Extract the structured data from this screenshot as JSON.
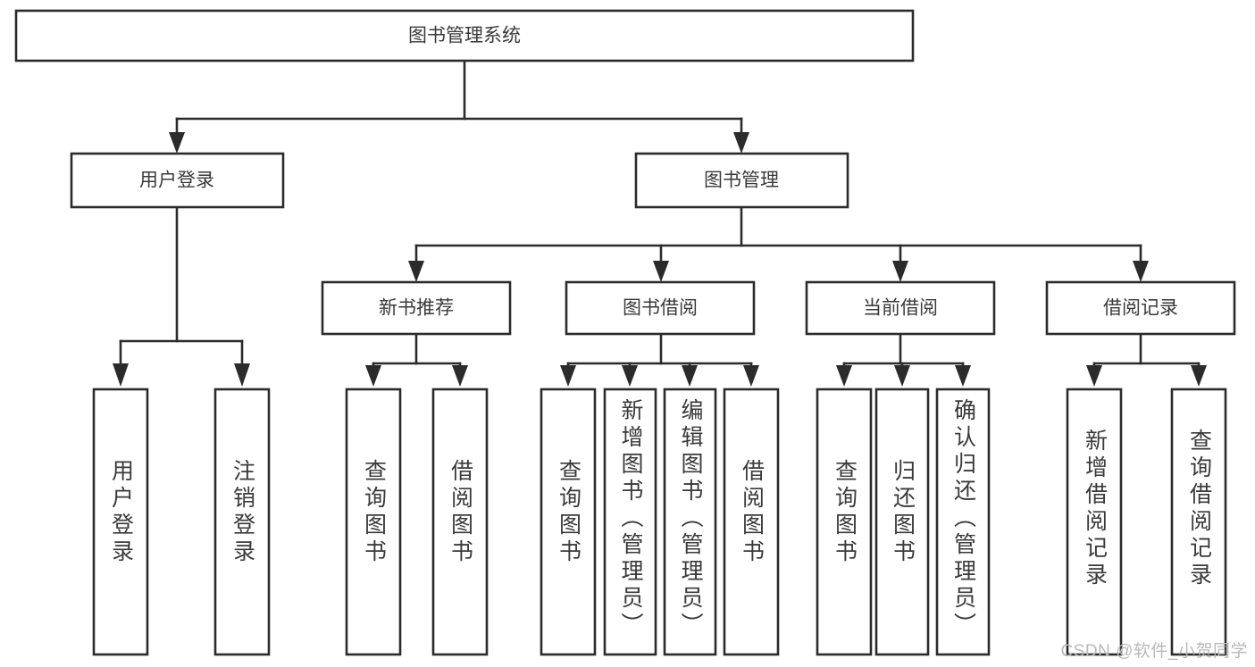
{
  "diagram": {
    "type": "tree-hierarchy",
    "title": "图书管理系统",
    "orientation": "top-down",
    "colors": {
      "box_stroke": "#2b2b2b",
      "box_fill": "#ffffff",
      "text": "#3a3a3a",
      "background": "#ffffff",
      "watermark": "#b9b9b9"
    },
    "root": {
      "label": "图书管理系统"
    },
    "level2": [
      {
        "label": "用户登录"
      },
      {
        "label": "图书管理"
      }
    ],
    "level3": [
      {
        "label": "新书推荐"
      },
      {
        "label": "图书借阅"
      },
      {
        "label": "当前借阅"
      },
      {
        "label": "借阅记录"
      }
    ],
    "leaves": [
      {
        "label": "用户登录",
        "parent": "用户登录"
      },
      {
        "label": "注销登录",
        "parent": "用户登录"
      },
      {
        "label": "查询图书",
        "parent": "新书推荐"
      },
      {
        "label": "借阅图书",
        "parent": "新书推荐"
      },
      {
        "label": "查询图书",
        "parent": "图书借阅"
      },
      {
        "label": "新增图书（管理员）",
        "parent": "图书借阅"
      },
      {
        "label": "编辑图书（管理员）",
        "parent": "图书借阅"
      },
      {
        "label": "借阅图书",
        "parent": "图书借阅"
      },
      {
        "label": "查询图书",
        "parent": "当前借阅"
      },
      {
        "label": "归还图书",
        "parent": "当前借阅"
      },
      {
        "label": "确认归还（管理员）",
        "parent": "当前借阅"
      },
      {
        "label": "新增借阅记录",
        "parent": "借阅记录"
      },
      {
        "label": "查询借阅记录",
        "parent": "借阅记录"
      }
    ],
    "watermark": "CSDN @软件_小贺同学"
  }
}
